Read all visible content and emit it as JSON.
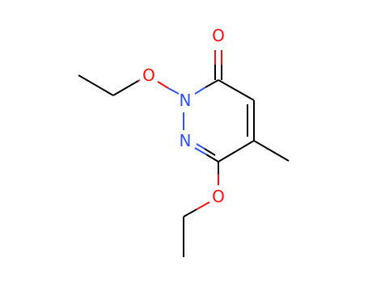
{
  "colors": {
    "carbon": "#000000",
    "oxygen": "#ff0d0d",
    "nitrogen": "#3050f8",
    "background": "#ffffff"
  },
  "atoms": [
    {
      "id": "o_keto",
      "symbol": "O"
    },
    {
      "id": "o_ether_top",
      "symbol": "O"
    },
    {
      "id": "n1",
      "symbol": "N"
    },
    {
      "id": "n2",
      "symbol": "N"
    },
    {
      "id": "o_ether_bottom",
      "symbol": "O"
    }
  ]
}
